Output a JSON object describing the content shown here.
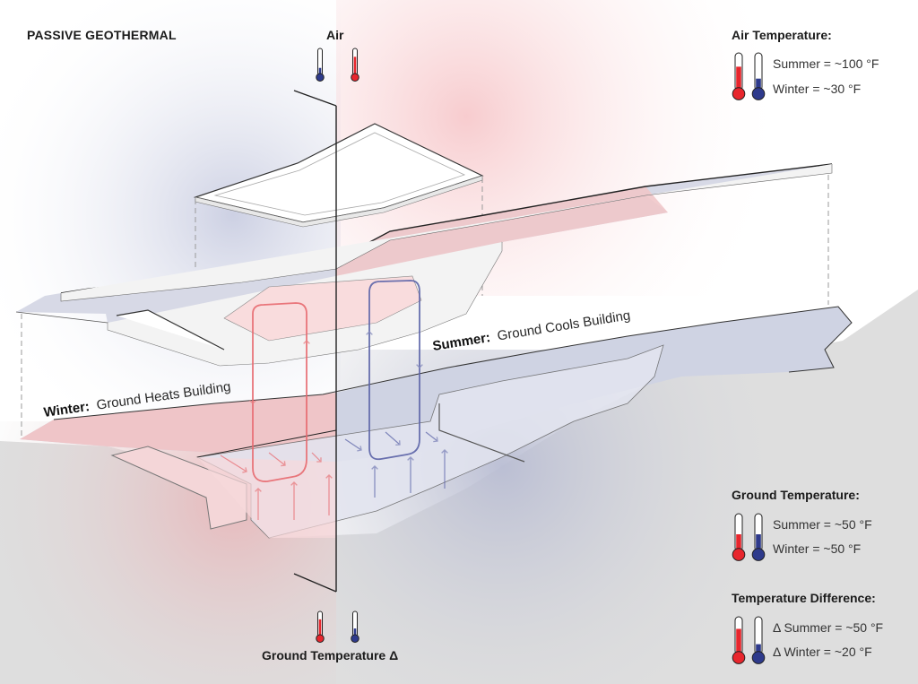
{
  "title": "PASSIVE GEOTHERMAL",
  "colors": {
    "warm": "#e8262d",
    "cool": "#2e3a8c",
    "warm_tint": "#f3c9cc",
    "cool_tint": "#cfd3e3",
    "ground": "#dedede",
    "line": "#222222"
  },
  "axis_labels": {
    "top": "Air",
    "bottom": "Ground Temperature Δ"
  },
  "top_thermometers": [
    {
      "color": "cool",
      "level": 0.3
    },
    {
      "color": "warm",
      "level": 0.75
    }
  ],
  "bottom_thermometers": [
    {
      "color": "warm",
      "level": 0.75
    },
    {
      "color": "cool",
      "level": 0.35
    }
  ],
  "annotations": {
    "winter": {
      "season": "Winter:",
      "text": "Ground Heats Building"
    },
    "summer": {
      "season": "Summer:",
      "text": "Ground Cools Building"
    }
  },
  "legends": [
    {
      "heading": "Air Temperature:",
      "rows": [
        "Summer = ~100 °F",
        "Winter = ~30 °F"
      ],
      "thermometers": [
        {
          "color": "warm",
          "level": 0.7
        },
        {
          "color": "cool",
          "level": 0.35
        }
      ]
    },
    {
      "heading": "Ground Temperature:",
      "rows": [
        "Summer = ~50 °F",
        "Winter = ~50 °F"
      ],
      "thermometers": [
        {
          "color": "warm",
          "level": 0.5
        },
        {
          "color": "cool",
          "level": 0.5
        }
      ]
    },
    {
      "heading": "Temperature Difference:",
      "rows": [
        "Δ Summer = ~50 °F",
        "Δ Winter = ~20 °F"
      ],
      "thermometers": [
        {
          "color": "warm",
          "level": 0.75
        },
        {
          "color": "cool",
          "level": 0.3
        }
      ]
    }
  ]
}
